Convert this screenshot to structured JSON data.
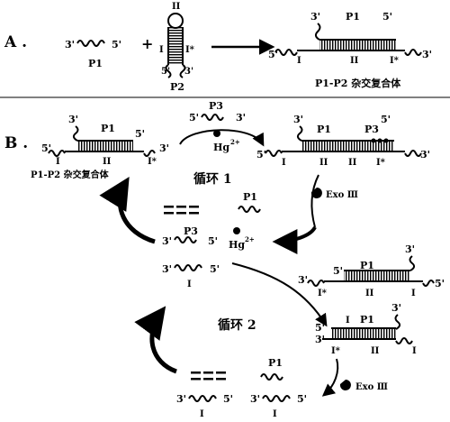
{
  "panel_a": {
    "label": "A .",
    "p1": {
      "end3": "3'",
      "end5": "5'",
      "name": "P1"
    },
    "plus": "+",
    "p2": {
      "loop": "II",
      "stem_left": "I",
      "stem_right": "I*",
      "end5": "5'",
      "end3": "3'",
      "name": "P2"
    },
    "duplex": {
      "top3": "3'",
      "top_name": "P1",
      "top5": "5'",
      "left5": "5'",
      "bot_i": "I",
      "bot_ii": "II",
      "bot_istar": "I*",
      "right3": "3'",
      "caption": "P1-P2 杂交复合体"
    }
  },
  "panel_b": {
    "label": "B .",
    "dup1": {
      "top3": "3'",
      "p1": "P1",
      "top5": "5'",
      "left5": "5'",
      "right3": "3'",
      "i": "I",
      "ii": "II",
      "istar": "I*",
      "caption": "P1-P2 杂交复合体"
    },
    "p3_top": {
      "name": "P3",
      "end5": "5'",
      "end3": "3'",
      "hg": "Hg",
      "hg_charge": "2+"
    },
    "dup2": {
      "top3": "3'",
      "top5": "5'",
      "p1": "P1",
      "p3": "P3",
      "left5": "5'",
      "right3": "3'",
      "i": "I",
      "ii": "II",
      "ii2": "II",
      "istar": "I*"
    },
    "cycle1": "循环 1",
    "mid_p1": "P1",
    "exo1": "Exo Ⅲ",
    "p3_mid": {
      "end3": "3'",
      "name": "P3",
      "end5": "5'",
      "hg": "Hg",
      "hg_charge": "2+"
    },
    "strand_i_mid": {
      "end3": "3'",
      "end5": "5'",
      "name": "I"
    },
    "dup3": {
      "top3": "3'",
      "top5": "5'",
      "p1": "P1",
      "end3": "3'",
      "end5": "5'",
      "istar": "I*",
      "ii": "II",
      "i": "I"
    },
    "cycle2": "循环 2",
    "dup4": {
      "top3": "3'",
      "i": "I",
      "p1": "P1",
      "left5": "5'",
      "left3": "3'",
      "istar": "I*",
      "ii": "II",
      "i2": "I"
    },
    "exo2": "Exo Ⅲ",
    "bottom_p1": "P1",
    "bottom_i_left": {
      "end3": "3'",
      "end5": "5'",
      "name": "I"
    },
    "bottom_i_right": {
      "end3": "3'",
      "end5": "5'",
      "name": "I"
    }
  }
}
